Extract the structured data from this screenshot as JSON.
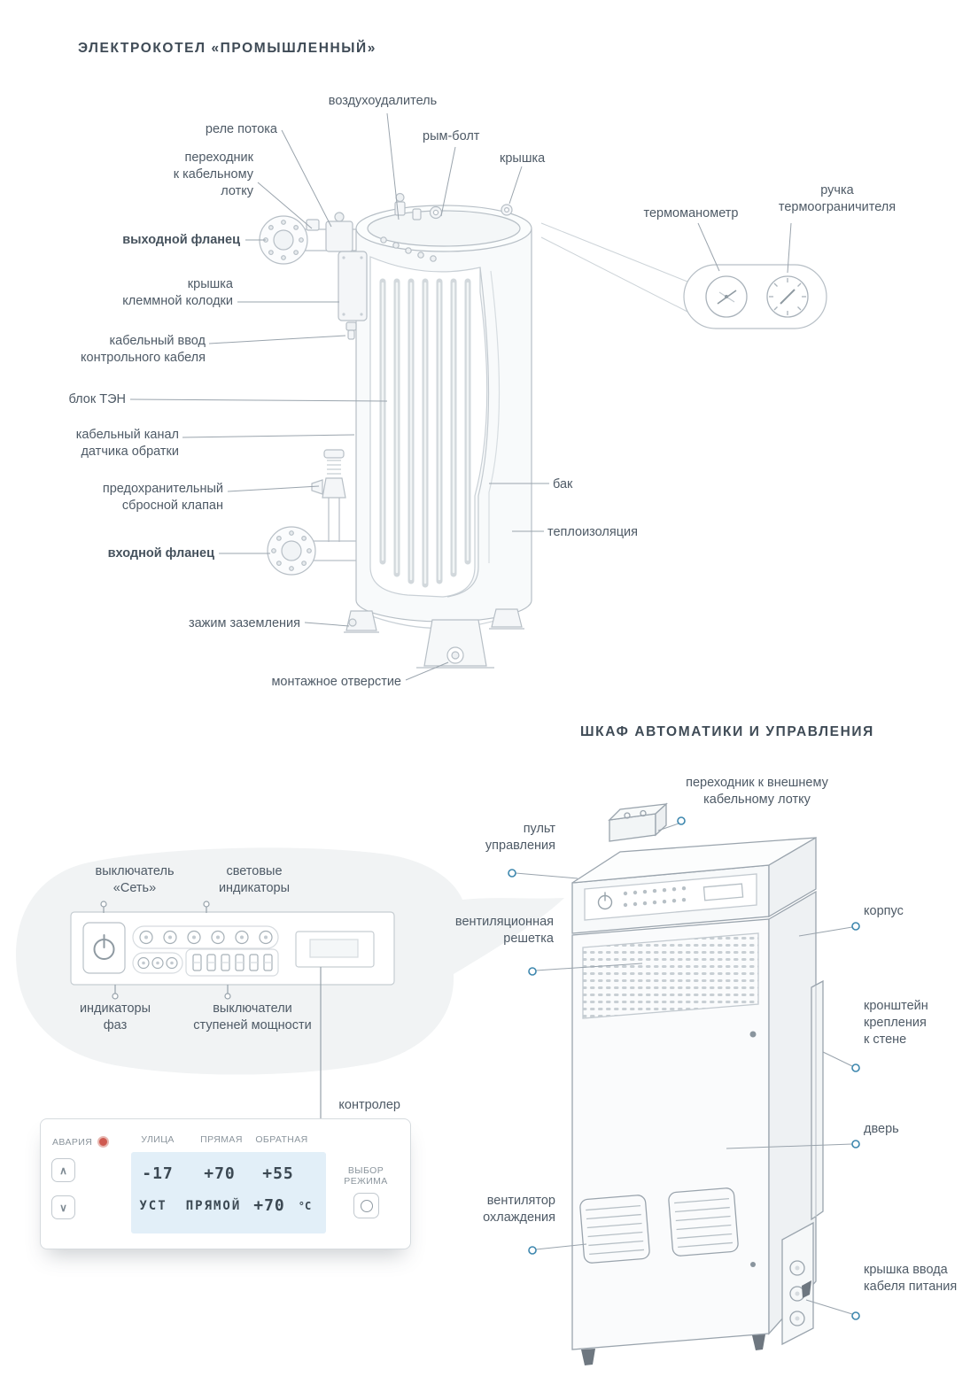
{
  "colors": {
    "text": "#4e5a66",
    "muted": "#8b959d",
    "accent_marker": "#3d87ae",
    "leader_line": "#9aa4ad",
    "drawing_stroke": "#b7bfc6",
    "display_bg": "#e2eff8",
    "alarm_led": "#cf5a50"
  },
  "boiler": {
    "title": "ЭЛЕКТРОКОТЕЛ «ПРОМЫШЛЕННЫЙ»",
    "labels": {
      "air_vent": "воздухоудалитель",
      "flow_relay": "реле потока",
      "cable_tray_adapter": "переходник\nк кабельному\nлотку",
      "eye_bolt": "рым-болт",
      "lid": "крышка",
      "outlet_flange": "выходной фланец",
      "terminal_cover": "крышка\nклеммной колодки",
      "control_cable_entry": "кабельный ввод\nконтрольного кабеля",
      "heater_block": "блок ТЭН",
      "sensor_duct": "кабельный канал\nдатчика обратки",
      "safety_valve": "предохранительный\nсбросной клапан",
      "inlet_flange": "входной фланец",
      "ground_clamp": "зажим заземления",
      "mounting_hole": "монтажное отверстие",
      "tank": "бак",
      "insulation": "теплоизоляция"
    },
    "gauges": {
      "thermomanometer": "термоманометр",
      "limiter_handle": "ручка\nтермоограничителя"
    }
  },
  "cabinet": {
    "title": "ШКАФ АВТОМАТИКИ И УПРАВЛЕНИЯ",
    "labels": {
      "external_tray_adapter": "переходник к внешнему\nкабельному лотку",
      "control_panel": "пульт\nуправления",
      "vent_grille": "вентиляционная\nрешетка",
      "body": "корпус",
      "wall_bracket": "кронштейн\nкрепления\nк стене",
      "door": "дверь",
      "cooling_fan": "вентилятор\nохлаждения",
      "power_cable_cover": "крышка ввода\nкабеля питания"
    }
  },
  "panel": {
    "power_switch": "выключатель\n«Сеть»",
    "light_indicators": "световые\nиндикаторы",
    "phase_indicators": "индикаторы\nфаз",
    "power_step_switches": "выключатели\nступеней мощности",
    "controller": "контролер"
  },
  "controller": {
    "alarm": "АВАРИЯ",
    "columns": [
      "УЛИЦА",
      "ПРЯМАЯ",
      "ОБРАТНАЯ"
    ],
    "values": [
      "-17",
      "+70",
      "+55"
    ],
    "set_row": [
      "УСТ",
      "ПРЯМОЙ",
      "+70",
      "°C"
    ],
    "mode_button": "ВЫБОР\nРЕЖИМА",
    "up": "∧",
    "down": "∨"
  }
}
